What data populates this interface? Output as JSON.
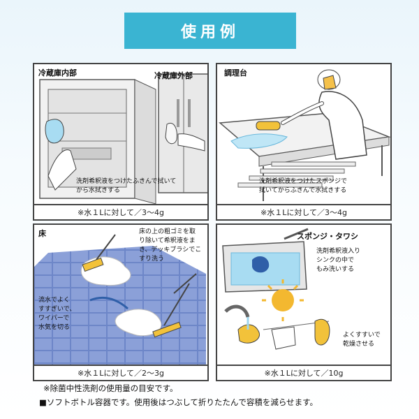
{
  "title": "使用例",
  "panels": [
    {
      "labels": [
        "冷蔵庫内部",
        "冷蔵庫外部"
      ],
      "note": [
        "洗剤希釈液をつけたふきんで拭いて",
        "から水拭きする"
      ],
      "footer": "※水１Lに対して／3～4g"
    },
    {
      "labels": [
        "調理台"
      ],
      "note": [
        "洗剤希釈液をつけたスポンジで",
        "拭いてからふきんで水拭きする"
      ],
      "footer": "※水１Lに対して／3～4g"
    },
    {
      "labels": [
        "床"
      ],
      "note": [
        "床の上の粗ゴミを取",
        "り除いて希釈液をま",
        "き、デッキブラシでこ",
        "すり洗う"
      ],
      "note2": [
        "流水でよく",
        "すすぎいで、",
        "ワイパーで",
        "水気を切る"
      ],
      "footer": "※水１Lに対して／2～3g"
    },
    {
      "labels": [
        "スポンジ・タワシ"
      ],
      "note": [
        "洗剤希釈液入り",
        "シンクの中で",
        "もみ洗いする"
      ],
      "note2": [
        "よくすすいで",
        "乾燥させる"
      ],
      "footer": "※水１Lに対して／10g"
    }
  ],
  "footnotes": [
    "※除菌中性洗剤の使用量の目安です。",
    "■ソフトボトル容器です。使用後はつぶして折りたたんで容積を減らせます。"
  ],
  "colors": {
    "title_bg": "#3ab4d2",
    "water": "#9fd6ee",
    "floor_tile": "#6d86c8",
    "sponge": "#f2c23a",
    "sun": "#f3b830"
  }
}
